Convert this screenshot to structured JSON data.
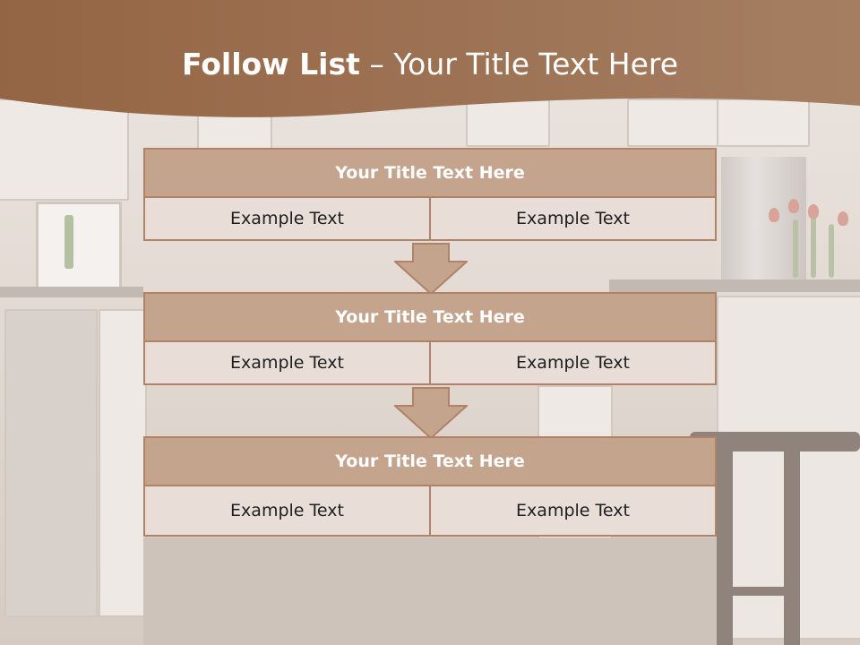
{
  "title": {
    "bold": "Follow List",
    "rest": " – Your Title Text Here"
  },
  "blocks": [
    {
      "title": "Your Title Text Here",
      "cells": [
        "Example Text",
        "Example Text"
      ]
    },
    {
      "title": "Your Title Text Here",
      "cells": [
        "Example Text",
        "Example Text"
      ]
    },
    {
      "title": "Your Title Text Here",
      "cells": [
        "Example Text",
        "Example Text"
      ]
    }
  ],
  "colors": {
    "header": "#9c6e4e",
    "block_title": "#c4a48d",
    "block_border": "#b08368",
    "cell": "#e9ddd7",
    "arrow_fill": "#c4a48d"
  },
  "background_image": "faded kitchen interior"
}
